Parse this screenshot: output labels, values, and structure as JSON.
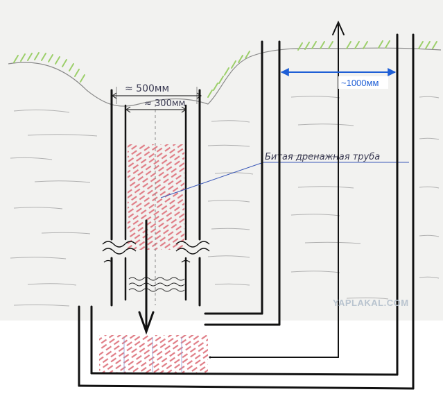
{
  "labels": {
    "outer_width": "≈ 500мм",
    "inner_width": "≈ 300мм",
    "broken_pipe": "Битая дренажная труба",
    "gap": "~1000мм"
  },
  "watermark": "YAPLAKAL.COM",
  "colors": {
    "paper": "#f2f2f0",
    "grass": "#9ccf6a",
    "hatch": "#e07d86",
    "ink": "#111111",
    "pencil": "#8a8a8a",
    "blue_ink": "#1f5fd6"
  }
}
